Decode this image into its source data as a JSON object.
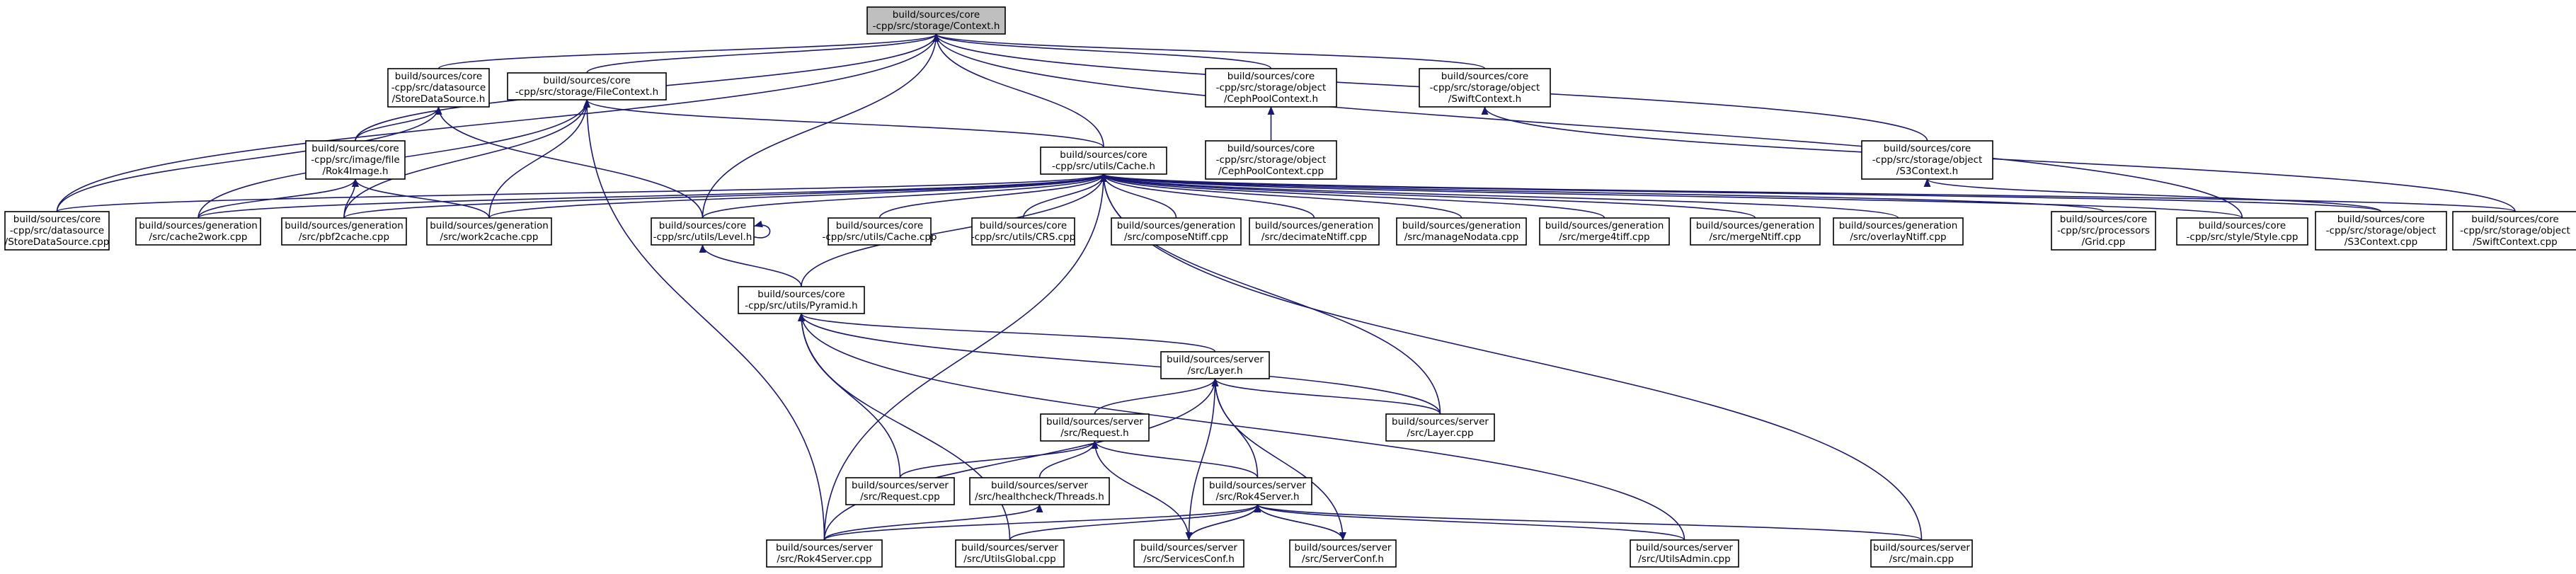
{
  "nodes": [
    {
      "id": "context_h",
      "root": true,
      "lines": [
        "build/sources/core",
        "-cpp/src/storage/Context.h"
      ]
    },
    {
      "id": "storedatasource_h",
      "lines": [
        "build/sources/core",
        "-cpp/src/datasource",
        "/StoreDataSource.h"
      ]
    },
    {
      "id": "filecontext_h",
      "lines": [
        "build/sources/core",
        "-cpp/src/storage/FileContext.h"
      ]
    },
    {
      "id": "cephpoolcontext_h",
      "lines": [
        "build/sources/core",
        "-cpp/src/storage/object",
        "/CephPoolContext.h"
      ]
    },
    {
      "id": "swiftcontext_h",
      "lines": [
        "build/sources/core",
        "-cpp/src/storage/object",
        "/SwiftContext.h"
      ]
    },
    {
      "id": "cephpoolcontext_cpp",
      "lines": [
        "build/sources/core",
        "-cpp/src/storage/object",
        "/CephPoolContext.cpp"
      ]
    },
    {
      "id": "s3context_h",
      "lines": [
        "build/sources/core",
        "-cpp/src/storage/object",
        "/S3Context.h"
      ]
    },
    {
      "id": "rok4image_h",
      "lines": [
        "build/sources/core",
        "-cpp/src/image/file",
        "/Rok4Image.h"
      ]
    },
    {
      "id": "cache_h",
      "lines": [
        "build/sources/core",
        "-cpp/src/utils/Cache.h"
      ]
    },
    {
      "id": "storedatasource_cpp",
      "lines": [
        "build/sources/core",
        "-cpp/src/datasource",
        "/StoreDataSource.cpp"
      ]
    },
    {
      "id": "cache2work_cpp",
      "lines": [
        "build/sources/generation",
        "/src/cache2work.cpp"
      ]
    },
    {
      "id": "pbf2cache_cpp",
      "lines": [
        "build/sources/generation",
        "/src/pbf2cache.cpp"
      ]
    },
    {
      "id": "work2cache_cpp",
      "lines": [
        "build/sources/generation",
        "/src/work2cache.cpp"
      ]
    },
    {
      "id": "level_h",
      "lines": [
        "build/sources/core",
        "-cpp/src/utils/Level.h"
      ]
    },
    {
      "id": "cache_cpp",
      "lines": [
        "build/sources/core",
        "-cpp/src/utils/Cache.cpp"
      ]
    },
    {
      "id": "crs_cpp",
      "lines": [
        "build/sources/core",
        "-cpp/src/utils/CRS.cpp"
      ]
    },
    {
      "id": "composentiff_cpp",
      "lines": [
        "build/sources/generation",
        "/src/composeNtiff.cpp"
      ]
    },
    {
      "id": "decimatentiff_cpp",
      "lines": [
        "build/sources/generation",
        "/src/decimateNtiff.cpp"
      ]
    },
    {
      "id": "managenodata_cpp",
      "lines": [
        "build/sources/generation",
        "/src/manageNodata.cpp"
      ]
    },
    {
      "id": "merge4tiff_cpp",
      "lines": [
        "build/sources/generation",
        "/src/merge4tiff.cpp"
      ]
    },
    {
      "id": "mergentiff_cpp",
      "lines": [
        "build/sources/generation",
        "/src/mergeNtiff.cpp"
      ]
    },
    {
      "id": "overlayntiff_cpp",
      "lines": [
        "build/sources/generation",
        "/src/overlayNtiff.cpp"
      ]
    },
    {
      "id": "grid_cpp",
      "lines": [
        "build/sources/core",
        "-cpp/src/processors",
        "/Grid.cpp"
      ]
    },
    {
      "id": "style_cpp",
      "lines": [
        "build/sources/core",
        "-cpp/src/style/Style.cpp"
      ]
    },
    {
      "id": "s3context_cpp",
      "lines": [
        "build/sources/core",
        "-cpp/src/storage/object",
        "/S3Context.cpp"
      ]
    },
    {
      "id": "swiftcontext_cpp",
      "lines": [
        "build/sources/core",
        "-cpp/src/storage/object",
        "/SwiftContext.cpp"
      ]
    },
    {
      "id": "pyramid_h",
      "lines": [
        "build/sources/core",
        "-cpp/src/utils/Pyramid.h"
      ]
    },
    {
      "id": "layer_h",
      "lines": [
        "build/sources/server",
        "/src/Layer.h"
      ]
    },
    {
      "id": "request_h",
      "lines": [
        "build/sources/server",
        "/src/Request.h"
      ]
    },
    {
      "id": "layer_cpp",
      "lines": [
        "build/sources/server",
        "/src/Layer.cpp"
      ]
    },
    {
      "id": "request_cpp",
      "lines": [
        "build/sources/server",
        "/src/Request.cpp"
      ]
    },
    {
      "id": "threads_h",
      "lines": [
        "build/sources/server",
        "/src/healthcheck/Threads.h"
      ]
    },
    {
      "id": "rok4server_h",
      "lines": [
        "build/sources/server",
        "/src/Rok4Server.h"
      ]
    },
    {
      "id": "rok4server_cpp",
      "lines": [
        "build/sources/server",
        "/src/Rok4Server.cpp"
      ]
    },
    {
      "id": "utilsglobal_cpp",
      "lines": [
        "build/sources/server",
        "/src/UtilsGlobal.cpp"
      ]
    },
    {
      "id": "servicesconf_h",
      "lines": [
        "build/sources/server",
        "/src/ServicesConf.h"
      ]
    },
    {
      "id": "serverconf_h",
      "lines": [
        "build/sources/server",
        "/src/ServerConf.h"
      ]
    },
    {
      "id": "utilsadmin_cpp",
      "lines": [
        "build/sources/server",
        "/src/UtilsAdmin.cpp"
      ]
    },
    {
      "id": "main_cpp",
      "lines": [
        "build/sources/server",
        "/src/main.cpp"
      ]
    }
  ],
  "edges": [
    [
      "storedatasource_h",
      "context_h"
    ],
    [
      "filecontext_h",
      "context_h"
    ],
    [
      "cephpoolcontext_h",
      "context_h"
    ],
    [
      "swiftcontext_h",
      "context_h"
    ],
    [
      "s3context_h",
      "context_h"
    ],
    [
      "rok4image_h",
      "context_h"
    ],
    [
      "cache_h",
      "context_h"
    ],
    [
      "level_h",
      "context_h"
    ],
    [
      "storedatasource_cpp",
      "context_h"
    ],
    [
      "style_cpp",
      "context_h"
    ],
    [
      "cephpoolcontext_cpp",
      "cephpoolcontext_h"
    ],
    [
      "swiftcontext_cpp",
      "swiftcontext_h"
    ],
    [
      "s3context_cpp",
      "s3context_h"
    ],
    [
      "rok4image_h",
      "storedatasource_h"
    ],
    [
      "storedatasource_cpp",
      "storedatasource_h"
    ],
    [
      "level_h",
      "storedatasource_h"
    ],
    [
      "cache_h",
      "filecontext_h"
    ],
    [
      "cache2work_cpp",
      "filecontext_h"
    ],
    [
      "pbf2cache_cpp",
      "filecontext_h"
    ],
    [
      "work2cache_cpp",
      "filecontext_h"
    ],
    [
      "rok4server_cpp",
      "filecontext_h"
    ],
    [
      "cache2work_cpp",
      "rok4image_h"
    ],
    [
      "pbf2cache_cpp",
      "rok4image_h"
    ],
    [
      "work2cache_cpp",
      "rok4image_h"
    ],
    [
      "storedatasource_cpp",
      "cache_h"
    ],
    [
      "cache2work_cpp",
      "cache_h"
    ],
    [
      "pbf2cache_cpp",
      "cache_h"
    ],
    [
      "work2cache_cpp",
      "cache_h"
    ],
    [
      "level_h",
      "cache_h"
    ],
    [
      "cache_cpp",
      "cache_h"
    ],
    [
      "crs_cpp",
      "cache_h"
    ],
    [
      "composentiff_cpp",
      "cache_h"
    ],
    [
      "decimatentiff_cpp",
      "cache_h"
    ],
    [
      "managenodata_cpp",
      "cache_h"
    ],
    [
      "merge4tiff_cpp",
      "cache_h"
    ],
    [
      "mergentiff_cpp",
      "cache_h"
    ],
    [
      "overlayntiff_cpp",
      "cache_h"
    ],
    [
      "grid_cpp",
      "cache_h"
    ],
    [
      "style_cpp",
      "cache_h"
    ],
    [
      "s3context_cpp",
      "cache_h"
    ],
    [
      "swiftcontext_cpp",
      "cache_h"
    ],
    [
      "pyramid_h",
      "cache_h"
    ],
    [
      "rok4server_cpp",
      "cache_h"
    ],
    [
      "layer_cpp",
      "cache_h"
    ],
    [
      "main_cpp",
      "cache_h"
    ],
    [
      "level_h",
      "level_h"
    ],
    [
      "pyramid_h",
      "level_h"
    ],
    [
      "layer_h",
      "pyramid_h"
    ],
    [
      "request_cpp",
      "pyramid_h"
    ],
    [
      "utilsglobal_cpp",
      "pyramid_h"
    ],
    [
      "layer_cpp",
      "pyramid_h"
    ],
    [
      "utilsadmin_cpp",
      "pyramid_h"
    ],
    [
      "request_h",
      "layer_h"
    ],
    [
      "layer_cpp",
      "layer_h"
    ],
    [
      "rok4server_h",
      "layer_h"
    ],
    [
      "rok4server_cpp",
      "layer_h"
    ],
    [
      "servicesconf_h",
      "layer_h"
    ],
    [
      "serverconf_h",
      "layer_h"
    ],
    [
      "request_cpp",
      "request_h"
    ],
    [
      "threads_h",
      "request_h"
    ],
    [
      "rok4server_h",
      "request_h"
    ],
    [
      "servicesconf_h",
      "request_h"
    ],
    [
      "rok4server_cpp",
      "threads_h"
    ],
    [
      "rok4server_cpp",
      "rok4server_h"
    ],
    [
      "utilsglobal_cpp",
      "rok4server_h"
    ],
    [
      "servicesconf_h",
      "rok4server_h"
    ],
    [
      "serverconf_h",
      "rok4server_h"
    ],
    [
      "utilsadmin_cpp",
      "rok4server_h"
    ],
    [
      "main_cpp",
      "rok4server_h"
    ],
    [
      "rok4server_h",
      "servicesconf_h"
    ],
    [
      "rok4server_h",
      "serverconf_h"
    ]
  ]
}
